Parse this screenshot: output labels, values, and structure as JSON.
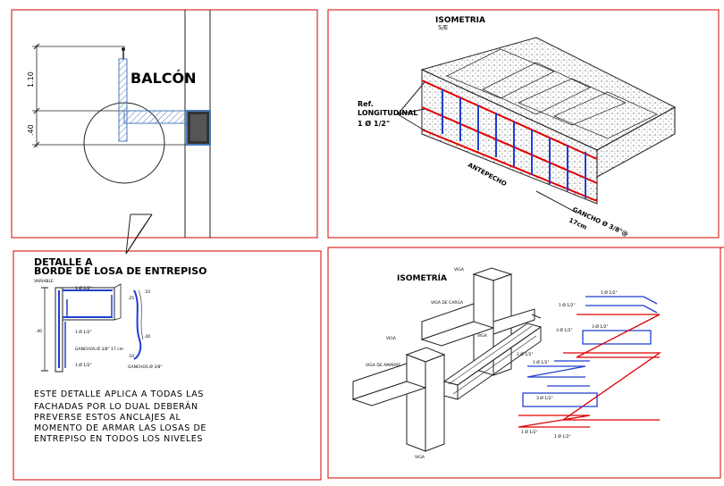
{
  "panel_tl": {
    "title": "BALCÓN",
    "dim_top": "1.10",
    "dim_bottom": ".40"
  },
  "panel_tr": {
    "title": "ISOMETRIA",
    "subtitle": "S/E",
    "ref_line1": "Ref.",
    "ref_line2": "LONGITUDINAL",
    "ref_line3": "1 Ø 1/2\"",
    "bottom_label1": "ANTEPECHO",
    "bottom_label2": "GANCHO Ø 3/8\"@",
    "bottom_label3": "17cm"
  },
  "panel_bl": {
    "title1": "DETALLE A",
    "title2": "BORDE DE LOSA DE ENTREPISO",
    "small1": "VARIABLE",
    "small2": "1 Ø 1/2\"",
    "small3": "1 Ø 1/2\"",
    "small4": "GANCHOS Ø 3/8\" 17 cm",
    "small5": "1 Ø 1/2\"",
    "small6": "GANCHOS Ø 3/8\"",
    "dim1": ".10",
    "dim2": ".25",
    "dim3": ".40",
    "dim4": ".40",
    "dim5": ".10",
    "note": [
      "ESTE DETALLE APLICA A TODAS LAS",
      "FACHADAS POR LO DUAL  DEBERÁN",
      "PREVERSE ESTOS ANCLAJES AL",
      "MOMENTO DE ARMAR LAS LOSAS DE",
      "ENTREPISO EN TODOS LOS NIVELES"
    ]
  },
  "panel_br": {
    "title": "ISOMETRÍA",
    "lbl_a": "VIGA",
    "lbl_b": "VIGA DE CARGA",
    "lbl_c": "VIGA",
    "lbl_d": "VIGA DE AMARRE",
    "lbl_e": "VIGA",
    "lbl_f": "VIGA",
    "r1": "1 Ø 1/2\"",
    "r2": "1 Ø 1/2\"",
    "r3": "3 Ø 1/2\"",
    "r4": "3 Ø 1/2\"",
    "r5": "1 Ø 1/2\"",
    "r6": "1 Ø 1/2\"",
    "r7": "3 Ø 1/2\"",
    "r8": "1 Ø 1/2\"",
    "r9": "1 Ø 1/2\""
  },
  "colors": {
    "frame": "#d40000",
    "rebar_red": "#e00000",
    "rebar_blue": "#1f3fd0",
    "hatch_blue": "#4a7ab8"
  }
}
